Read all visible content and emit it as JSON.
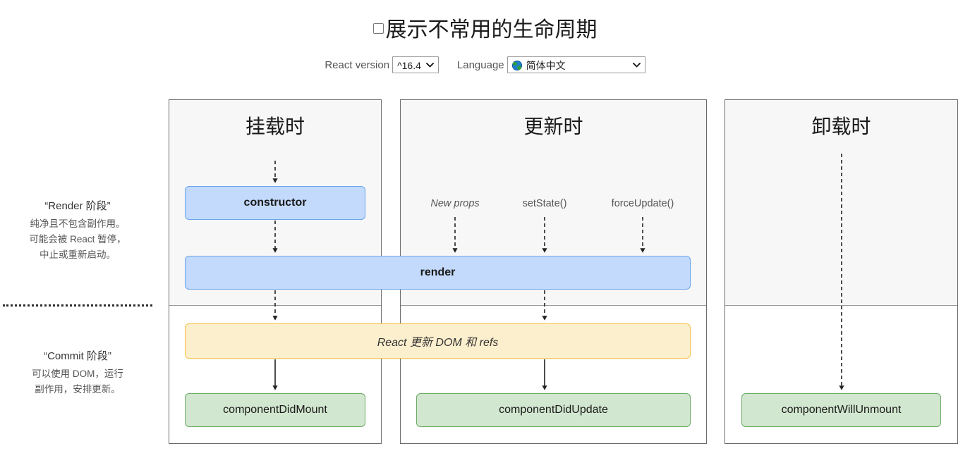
{
  "header": {
    "checkbox_checked": false,
    "title": "展示不常用的生命周期",
    "react_version_label": "React version",
    "react_version_value": "^16.4",
    "language_label": "Language",
    "language_value": "简体中文",
    "caret_glyph": "⌄"
  },
  "legend": {
    "render_phase": {
      "title": "“Render 阶段”",
      "line1": "纯净且不包含副作用。",
      "line2": "可能会被 React 暂停，",
      "line3": "中止或重新启动。"
    },
    "commit_phase": {
      "title": "“Commit 阶段”",
      "line1": "可以使用 DOM，运行",
      "line2": "副作用，安排更新。"
    }
  },
  "columns": [
    {
      "id": "mount",
      "heading": "挂载时"
    },
    {
      "id": "update",
      "heading": "更新时"
    },
    {
      "id": "unmount",
      "heading": "卸载时"
    }
  ],
  "triggers": [
    {
      "label": "New props",
      "italic": true
    },
    {
      "label": "setState()",
      "italic": false
    },
    {
      "label": "forceUpdate()",
      "italic": false
    }
  ],
  "boxes": {
    "constructor": "constructor",
    "render": "render",
    "react_dom": "React 更新 DOM 和 refs",
    "did_mount": "componentDidMount",
    "did_update": "componentDidUpdate",
    "will_unmount": "componentWillUnmount"
  },
  "colors": {
    "render_phase_bg": "#f7f7f7",
    "commit_phase_bg": "#ffffff",
    "blue_fill": "#c3dafc",
    "blue_border": "#6ba4ec",
    "yellow_fill": "#fcefcd",
    "yellow_border": "#f2c14a",
    "green_fill": "#d2e7cf",
    "green_border": "#6daa67",
    "panel_border": "#6b6b6b",
    "text": "#333333"
  }
}
